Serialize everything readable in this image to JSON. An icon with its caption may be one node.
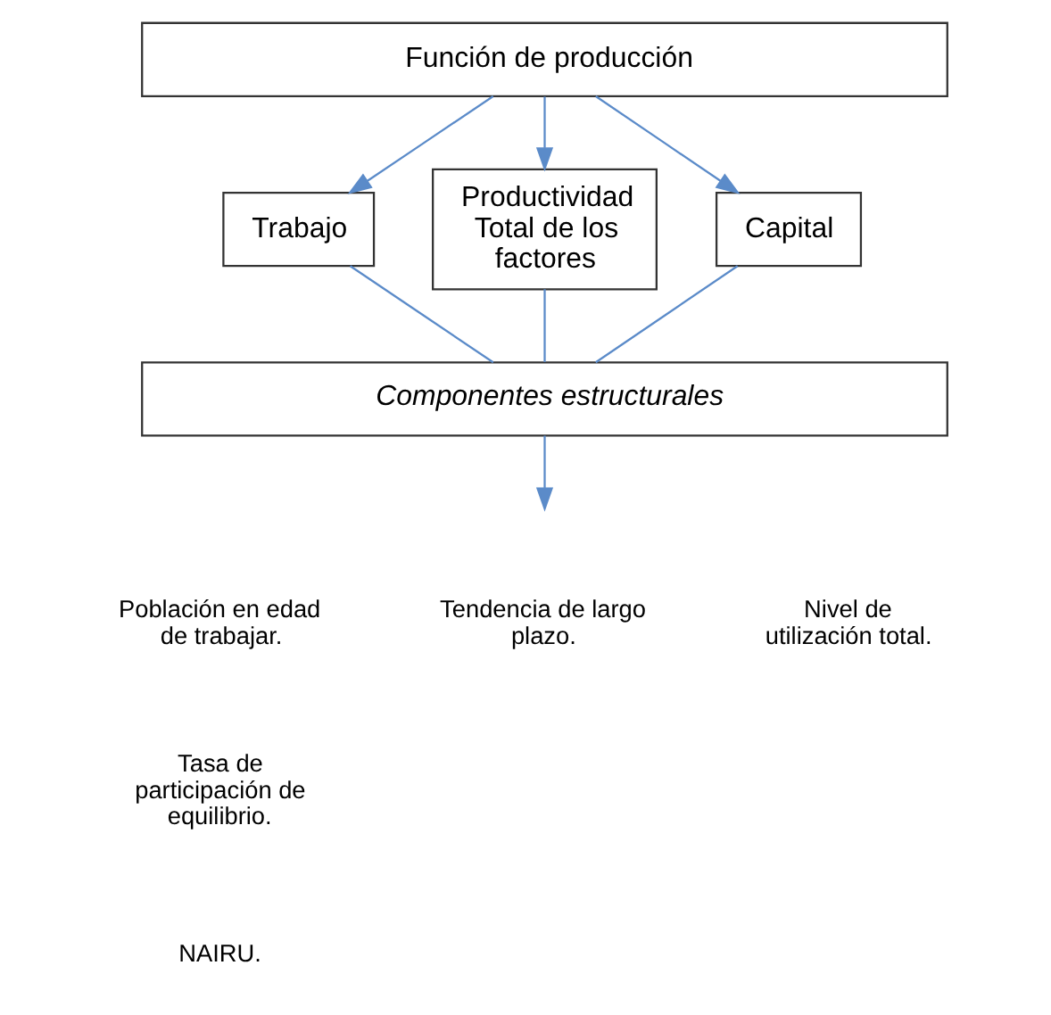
{
  "diagram": {
    "nodes": [
      {
        "text": [
          "Función de producción"
        ]
      },
      {
        "text": [
          "Trabajo"
        ]
      },
      {
        "text": [
          "Productividad Total de los factores"
        ]
      },
      {
        "text": [
          "Capital"
        ]
      },
      {
        "text": [
          "Componentes estructurales"
        ]
      }
    ],
    "edges": [
      {
        "from": 0,
        "to": 1,
        "arrow": "to"
      },
      {
        "from": 0,
        "to": 2,
        "arrow": "to"
      },
      {
        "from": 0,
        "to": 3,
        "arrow": "to"
      },
      {
        "from": 1,
        "to": 4,
        "arrow": "none"
      },
      {
        "from": 2,
        "to": 4,
        "arrow": "none"
      },
      {
        "from": 3,
        "to": 4,
        "arrow": "none"
      },
      {
        "from": 4,
        "to": null,
        "arrow": "to"
      }
    ],
    "labels": [
      "Población en edad de trabajar.",
      "Tendencia de largo plazo.",
      "Nivel de utilización total.",
      "Tasa de participación de equilibrio.",
      "NAIRU."
    ]
  }
}
